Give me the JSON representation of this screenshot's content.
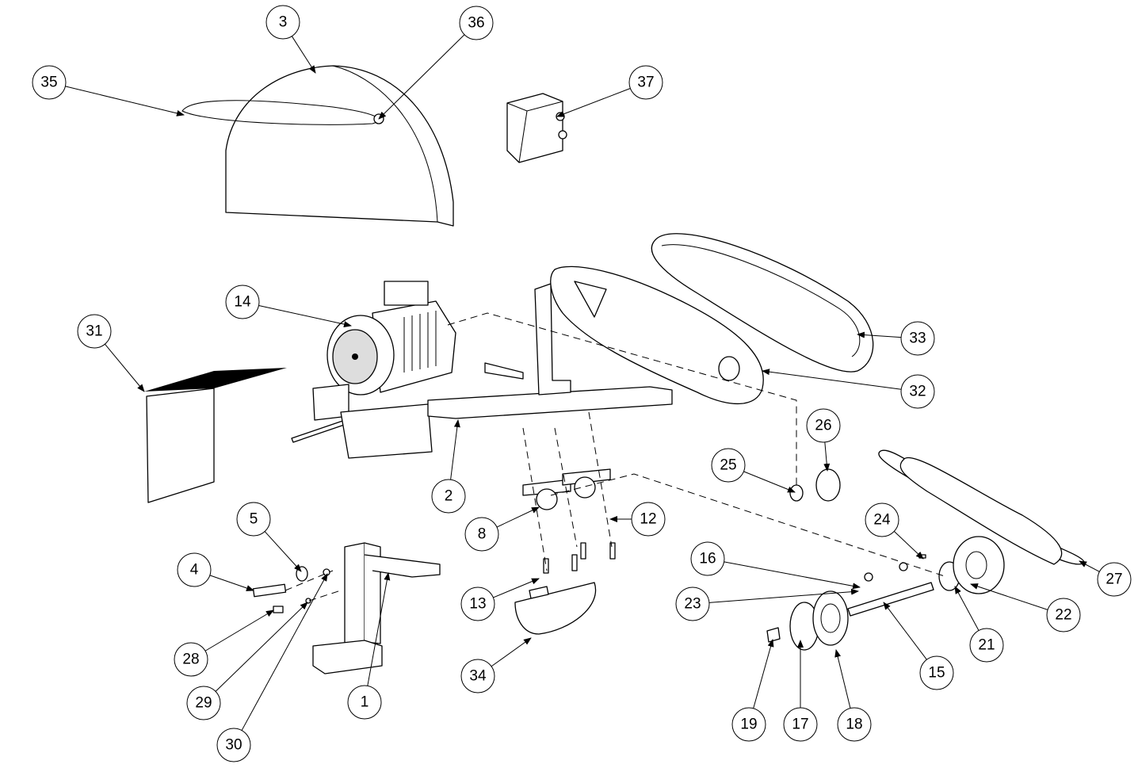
{
  "diagram": {
    "type": "exploded-parts-assembly",
    "balloons": [
      "3",
      "36",
      "35",
      "37",
      "14",
      "31",
      "33",
      "32",
      "26",
      "25",
      "2",
      "8",
      "12",
      "24",
      "5",
      "4",
      "16",
      "27",
      "13",
      "23",
      "22",
      "21",
      "28",
      "15",
      "34",
      "29",
      "1",
      "19",
      "17",
      "18",
      "30"
    ]
  }
}
